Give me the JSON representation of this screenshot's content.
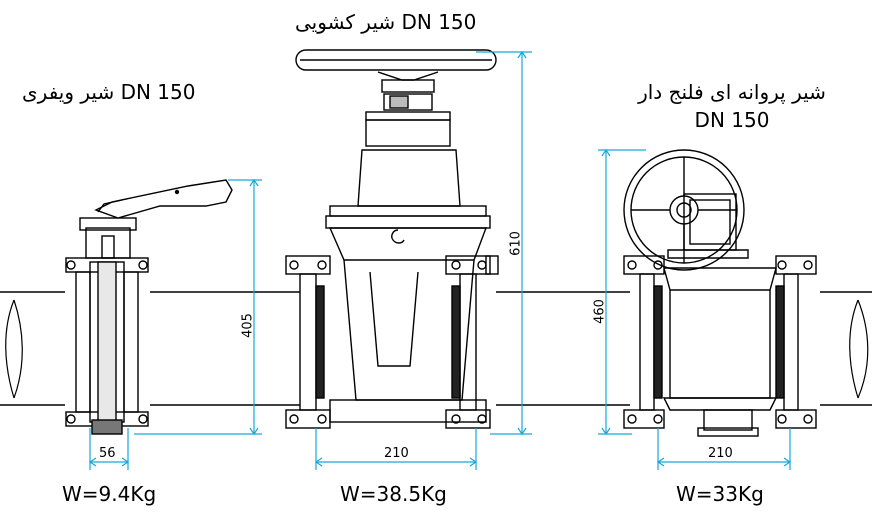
{
  "valves": [
    {
      "key": "wafer",
      "title_lines": [
        "شیر ویفری DN 150"
      ],
      "weight": "W=9.4Kg",
      "height_dim": "405",
      "width_dim": "56"
    },
    {
      "key": "gate",
      "title_lines": [
        "شیر کشویی DN 150"
      ],
      "weight": "W=38.5Kg",
      "height_dim": "610",
      "width_dim": "210"
    },
    {
      "key": "butterfly_flanged",
      "title_lines": [
        "شیر پروانه ای فلنج دار",
        "DN 150"
      ],
      "weight": "W=33Kg",
      "height_dim": "460",
      "width_dim": "210"
    }
  ],
  "colors": {
    "line": "#000000",
    "dimension": "#18a7d8"
  }
}
